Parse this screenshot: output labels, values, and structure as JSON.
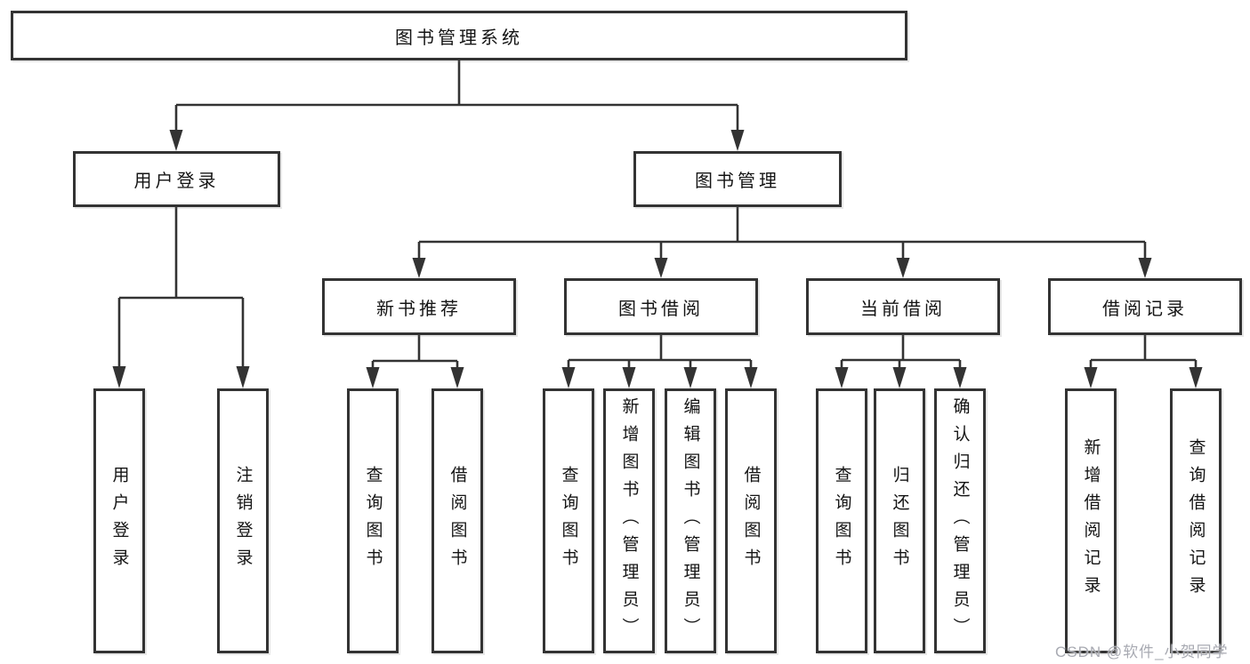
{
  "tree": {
    "root": {
      "label": "图书管理系统",
      "children": [
        {
          "label": "用户登录",
          "children": [
            {
              "label": "用户登录"
            },
            {
              "label": "注销登录"
            }
          ]
        },
        {
          "label": "图书管理",
          "children": [
            {
              "label": "新书推荐",
              "children": [
                {
                  "label": "查询图书"
                },
                {
                  "label": "借阅图书"
                }
              ]
            },
            {
              "label": "图书借阅",
              "children": [
                {
                  "label": "查询图书"
                },
                {
                  "label": "新增图书（管理员）"
                },
                {
                  "label": "编辑图书（管理员）"
                },
                {
                  "label": "借阅图书"
                }
              ]
            },
            {
              "label": "当前借阅",
              "children": [
                {
                  "label": "查询图书"
                },
                {
                  "label": "归还图书"
                },
                {
                  "label": "确认归还（管理员）"
                }
              ]
            },
            {
              "label": "借阅记录",
              "children": [
                {
                  "label": "新增借阅记录"
                },
                {
                  "label": "查询借阅记录"
                }
              ]
            }
          ]
        }
      ]
    }
  },
  "watermark": "CSDN @软件_小贺同学",
  "colors": {
    "line": "#333333",
    "box_border": "#333333",
    "text": "#141414",
    "watermark": "#a8aab2",
    "background": "#ffffff"
  }
}
